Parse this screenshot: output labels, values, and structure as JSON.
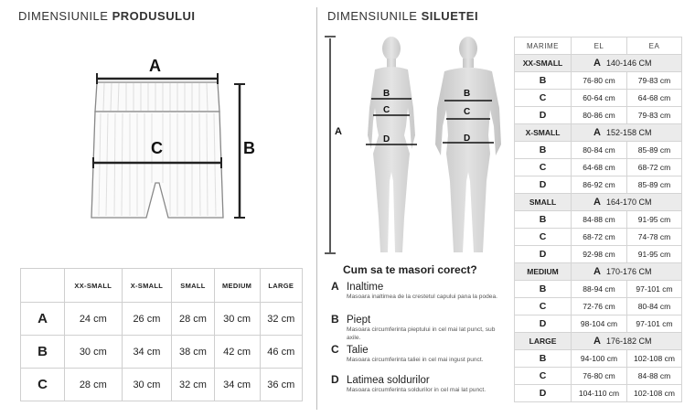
{
  "product": {
    "heading_prefix": "DIMENSIUNILE ",
    "heading_bold": "PRODUSULUI",
    "diagram_labels": {
      "a": "A",
      "b": "B",
      "c": "C"
    },
    "table": {
      "columns": [
        "XX-SMALL",
        "X-SMALL",
        "SMALL",
        "MEDIUM",
        "LARGE"
      ],
      "rows": [
        {
          "label": "A",
          "values": [
            "24 cm",
            "26 cm",
            "28 cm",
            "30 cm",
            "32 cm"
          ]
        },
        {
          "label": "B",
          "values": [
            "30 cm",
            "34 cm",
            "38 cm",
            "42 cm",
            "46 cm"
          ]
        },
        {
          "label": "C",
          "values": [
            "28 cm",
            "30 cm",
            "32 cm",
            "34 cm",
            "36 cm"
          ]
        }
      ]
    }
  },
  "silhouette": {
    "heading_prefix": "DIMENSIUNILE ",
    "heading_bold": "SILUETEI",
    "figure_labels": {
      "a": "A",
      "b": "B",
      "c": "C",
      "d": "D"
    }
  },
  "howto": {
    "title": "Cum sa te masori corect?",
    "items": [
      {
        "letter": "A",
        "name": "Inaltime",
        "desc": "Masoara inaltimea de la crestetul capului pana la podea."
      },
      {
        "letter": "B",
        "name": "Piept",
        "desc": "Masoara circumferinta pieptului in cel mai lat punct, sub axile."
      },
      {
        "letter": "C",
        "name": "Talie",
        "desc": "Masoara circumferinta taliei in cel mai ingust punct."
      },
      {
        "letter": "D",
        "name": "Latimea soldurilor",
        "desc": "Masoara circumferinta soldurilor in cel mai lat punct."
      }
    ]
  },
  "body_table": {
    "columns": [
      "MARIME",
      "EL",
      "EA"
    ],
    "sizes": [
      {
        "name": "XX-SMALL",
        "height_letter": "A",
        "height": "140-146 CM",
        "rows": [
          {
            "letter": "B",
            "el": "76-80 cm",
            "ea": "79-83 cm"
          },
          {
            "letter": "C",
            "el": "60-64 cm",
            "ea": "64-68 cm"
          },
          {
            "letter": "D",
            "el": "80-86 cm",
            "ea": "79-83 cm"
          }
        ]
      },
      {
        "name": "X-SMALL",
        "height_letter": "A",
        "height": "152-158 CM",
        "rows": [
          {
            "letter": "B",
            "el": "80-84 cm",
            "ea": "85-89 cm"
          },
          {
            "letter": "C",
            "el": "64-68 cm",
            "ea": "68-72 cm"
          },
          {
            "letter": "D",
            "el": "86-92 cm",
            "ea": "85-89 cm"
          }
        ]
      },
      {
        "name": "SMALL",
        "height_letter": "A",
        "height": "164-170 CM",
        "rows": [
          {
            "letter": "B",
            "el": "84-88 cm",
            "ea": "91-95 cm"
          },
          {
            "letter": "C",
            "el": "68-72 cm",
            "ea": "74-78 cm"
          },
          {
            "letter": "D",
            "el": "92-98 cm",
            "ea": "91-95 cm"
          }
        ]
      },
      {
        "name": "MEDIUM",
        "height_letter": "A",
        "height": "170-176 CM",
        "rows": [
          {
            "letter": "B",
            "el": "88-94 cm",
            "ea": "97-101 cm"
          },
          {
            "letter": "C",
            "el": "72-76 cm",
            "ea": "80-84 cm"
          },
          {
            "letter": "D",
            "el": "98-104 cm",
            "ea": "97-101 cm"
          }
        ]
      },
      {
        "name": "LARGE",
        "height_letter": "A",
        "height": "176-182 CM",
        "rows": [
          {
            "letter": "B",
            "el": "94-100 cm",
            "ea": "102-108 cm"
          },
          {
            "letter": "C",
            "el": "76-80 cm",
            "ea": "84-88 cm"
          },
          {
            "letter": "D",
            "el": "104-110 cm",
            "ea": "102-108 cm"
          }
        ]
      }
    ]
  }
}
